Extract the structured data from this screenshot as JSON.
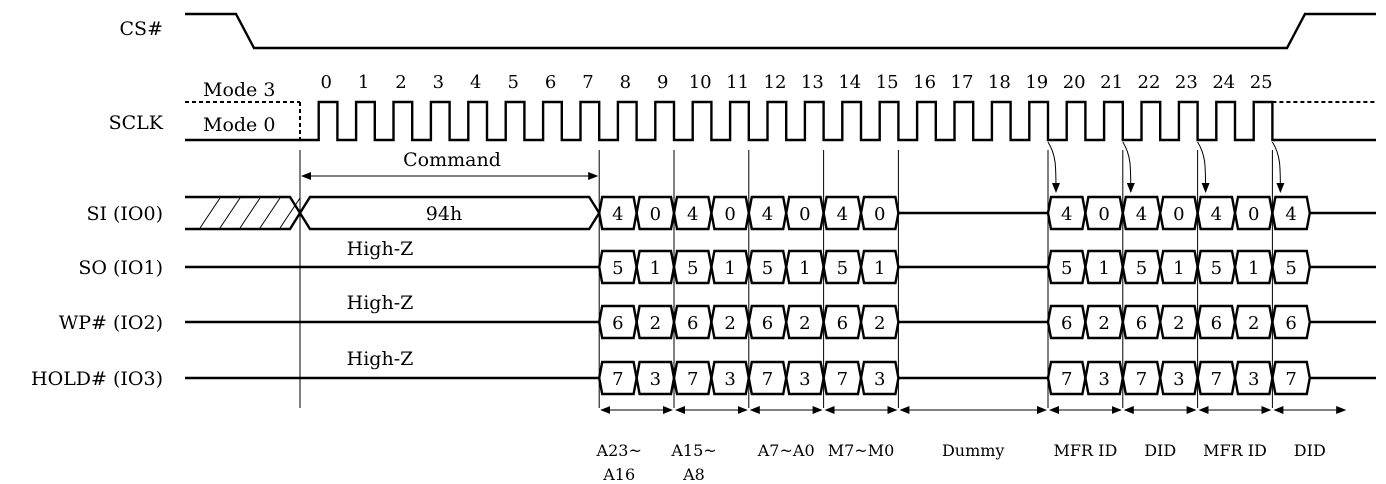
{
  "signals": [
    {
      "id": "cs",
      "label": "CS#"
    },
    {
      "id": "sclk",
      "label": "SCLK"
    },
    {
      "id": "si",
      "label": "SI (IO0)"
    },
    {
      "id": "so",
      "label": "SO (IO1)"
    },
    {
      "id": "wp",
      "label": "WP# (IO2)"
    },
    {
      "id": "hold",
      "label": "HOLD# (IO3)"
    }
  ],
  "modes": {
    "mode3": "Mode 3",
    "mode0": "Mode 0"
  },
  "clock_numbers": [
    "0",
    "1",
    "2",
    "3",
    "4",
    "5",
    "6",
    "7",
    "8",
    "9",
    "10",
    "11",
    "12",
    "13",
    "14",
    "15",
    "16",
    "17",
    "18",
    "19",
    "20",
    "21",
    "22",
    "23",
    "24",
    "25"
  ],
  "command_label": "Command",
  "command_value": "94h",
  "high_z": "High-Z",
  "data_rows": {
    "si": {
      "addr": [
        "4",
        "0",
        "4",
        "0",
        "4",
        "0",
        "4",
        "0"
      ],
      "out": [
        "4",
        "0",
        "4",
        "0",
        "4",
        "0",
        "4"
      ]
    },
    "so": {
      "addr": [
        "5",
        "1",
        "5",
        "1",
        "5",
        "1",
        "5",
        "1"
      ],
      "out": [
        "5",
        "1",
        "5",
        "1",
        "5",
        "1",
        "5"
      ]
    },
    "wp": {
      "addr": [
        "6",
        "2",
        "6",
        "2",
        "6",
        "2",
        "6",
        "2"
      ],
      "out": [
        "6",
        "2",
        "6",
        "2",
        "6",
        "2",
        "6"
      ]
    },
    "hold": {
      "addr": [
        "7",
        "3",
        "7",
        "3",
        "7",
        "3",
        "7",
        "3"
      ],
      "out": [
        "7",
        "3",
        "7",
        "3",
        "7",
        "3",
        "7"
      ]
    }
  },
  "segments": [
    {
      "lines": [
        "A23~",
        "A16"
      ]
    },
    {
      "lines": [
        "A15~",
        "A8"
      ]
    },
    {
      "lines": [
        "A7~A0"
      ]
    },
    {
      "lines": [
        "M7~M0"
      ]
    },
    {
      "lines": [
        "Dummy"
      ]
    },
    {
      "lines": [
        "MFR ID"
      ]
    },
    {
      "lines": [
        "DID"
      ]
    },
    {
      "lines": [
        "MFR ID"
      ]
    },
    {
      "lines": [
        "DID"
      ]
    }
  ]
}
